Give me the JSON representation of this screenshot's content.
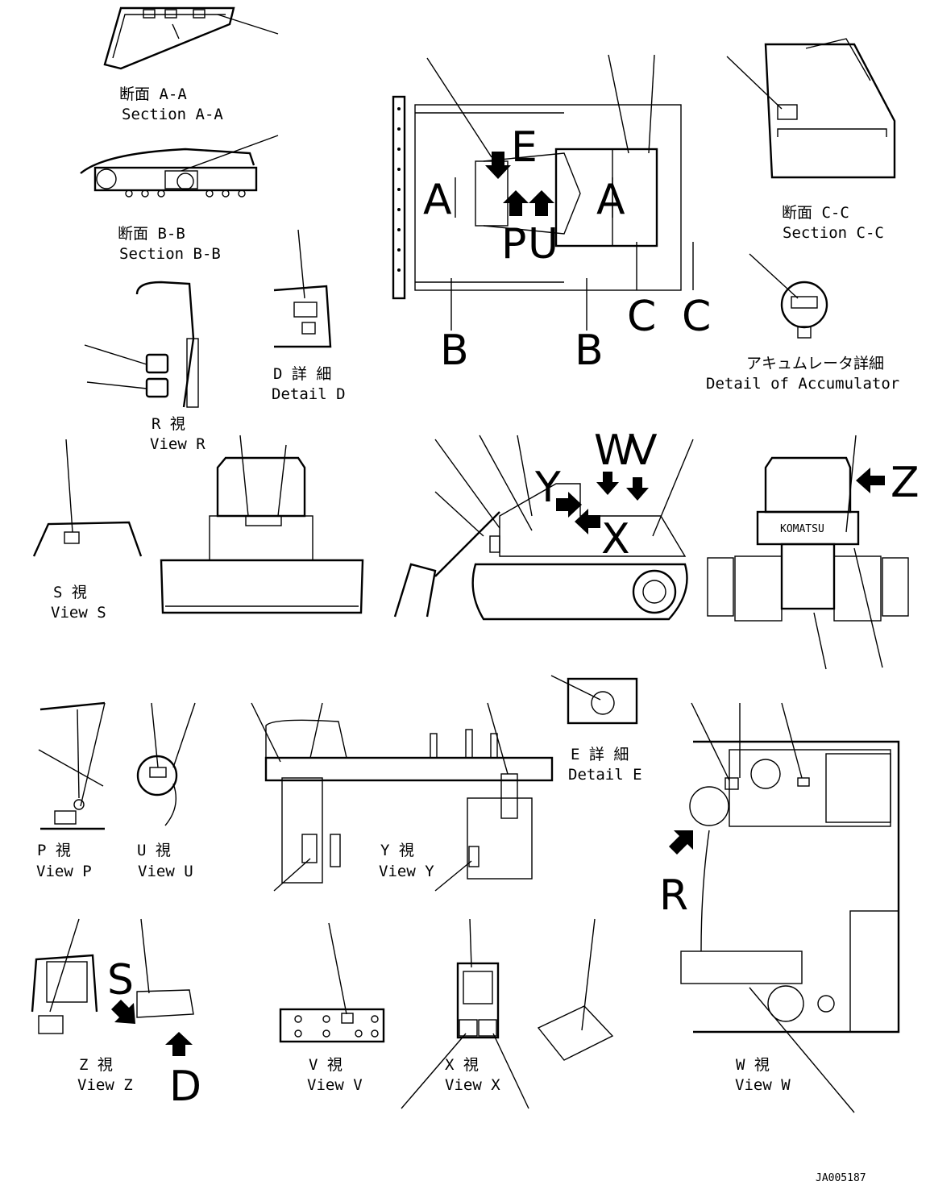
{
  "views": {
    "section_aa": {
      "jp": "断面 A-A",
      "en": "Section A-A"
    },
    "section_bb": {
      "jp": "断面 B-B",
      "en": "Section B-B"
    },
    "section_cc": {
      "jp": "断面 C-C",
      "en": "Section C-C"
    },
    "detail_d": {
      "jp": "D 詳 細",
      "en": "Detail D"
    },
    "detail_acc": {
      "jp": "アキュムレータ詳細",
      "en": "Detail of Accumulator"
    },
    "view_r": {
      "jp": "R 視",
      "en": "View R"
    },
    "view_s": {
      "jp": "S 視",
      "en": "View S"
    },
    "view_p": {
      "jp": "P 視",
      "en": "View P"
    },
    "view_u": {
      "jp": "U 視",
      "en": "View U"
    },
    "view_y": {
      "jp": "Y 視",
      "en": "View Y"
    },
    "detail_e": {
      "jp": "E 詳 細",
      "en": "Detail E"
    },
    "view_z": {
      "jp": "Z 視",
      "en": "View Z"
    },
    "view_v": {
      "jp": "V 視",
      "en": "View V"
    },
    "view_x": {
      "jp": "X 視",
      "en": "View X"
    },
    "view_w": {
      "jp": "W 視",
      "en": "View W"
    }
  },
  "markers": {
    "A": "A",
    "B": "B",
    "C": "C",
    "D": "D",
    "E": "E",
    "P": "P",
    "U": "U",
    "R": "R",
    "S": "S",
    "V": "V",
    "W": "W",
    "X": "X",
    "Y": "Y",
    "Z": "Z"
  },
  "brand": "KOMATSU",
  "drawing_code": "JA005187"
}
